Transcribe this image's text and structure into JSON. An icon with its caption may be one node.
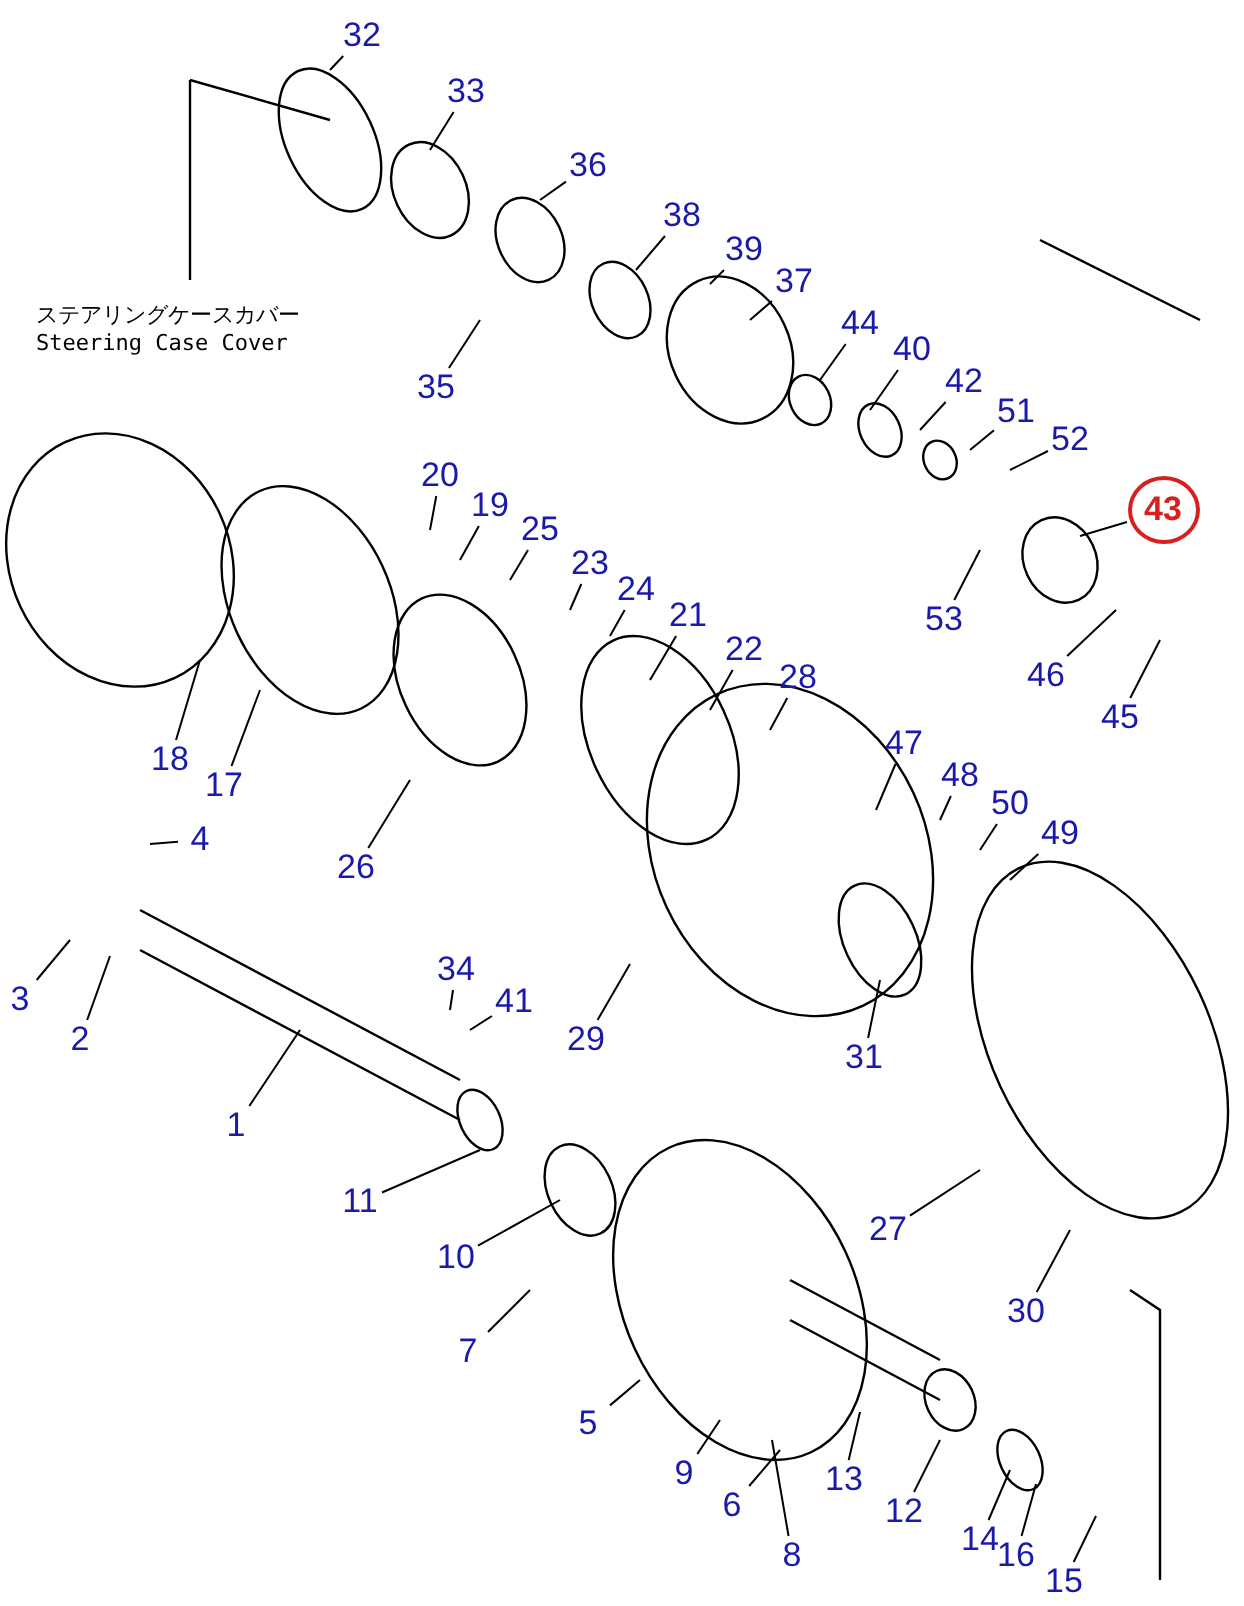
{
  "diagram": {
    "nodes": [
      {
        "text": [
          "32"
        ]
      },
      {
        "text": [
          "33"
        ]
      },
      {
        "text": [
          "36"
        ]
      },
      {
        "text": [
          "38"
        ]
      },
      {
        "text": [
          "39"
        ]
      },
      {
        "text": [
          "37"
        ]
      },
      {
        "text": [
          "44"
        ]
      },
      {
        "text": [
          "40"
        ]
      },
      {
        "text": [
          "42"
        ]
      },
      {
        "text": [
          "51"
        ]
      },
      {
        "text": [
          "52"
        ]
      },
      {
        "text": [
          "43"
        ]
      },
      {
        "text": [
          "53"
        ]
      },
      {
        "text": [
          "46"
        ]
      },
      {
        "text": [
          "45"
        ]
      },
      {
        "text": [
          "35"
        ]
      },
      {
        "text": [
          "20"
        ]
      },
      {
        "text": [
          "19"
        ]
      },
      {
        "text": [
          "25"
        ]
      },
      {
        "text": [
          "23"
        ]
      },
      {
        "text": [
          "24"
        ]
      },
      {
        "text": [
          "21"
        ]
      },
      {
        "text": [
          "22"
        ]
      },
      {
        "text": [
          "28"
        ]
      },
      {
        "text": [
          "18"
        ]
      },
      {
        "text": [
          "17"
        ]
      },
      {
        "text": [
          "26"
        ]
      },
      {
        "text": [
          "4"
        ]
      },
      {
        "text": [
          "47"
        ]
      },
      {
        "text": [
          "48"
        ]
      },
      {
        "text": [
          "50"
        ]
      },
      {
        "text": [
          "49"
        ]
      },
      {
        "text": [
          "3"
        ]
      },
      {
        "text": [
          "2"
        ]
      },
      {
        "text": [
          "34"
        ]
      },
      {
        "text": [
          "41"
        ]
      },
      {
        "text": [
          "29"
        ]
      },
      {
        "text": [
          "31"
        ]
      },
      {
        "text": [
          "1"
        ]
      },
      {
        "text": [
          "11"
        ]
      },
      {
        "text": [
          "10"
        ]
      },
      {
        "text": [
          "27"
        ]
      },
      {
        "text": [
          "30"
        ]
      },
      {
        "text": [
          "7"
        ]
      },
      {
        "text": [
          "5"
        ]
      },
      {
        "text": [
          "9"
        ]
      },
      {
        "text": [
          "6"
        ]
      },
      {
        "text": [
          "13"
        ]
      },
      {
        "text": [
          "8"
        ]
      },
      {
        "text": [
          "12"
        ]
      },
      {
        "text": [
          "14"
        ]
      },
      {
        "text": [
          "16"
        ]
      },
      {
        "text": [
          "15"
        ]
      }
    ],
    "edges": [
      {
        "from": 0,
        "to": null,
        "arrow": "none"
      },
      {
        "from": 1,
        "to": null,
        "arrow": "none"
      },
      {
        "from": 2,
        "to": null,
        "arrow": "none"
      },
      {
        "from": 3,
        "to": null,
        "arrow": "none"
      },
      {
        "from": 4,
        "to": null,
        "arrow": "none"
      },
      {
        "from": 5,
        "to": null,
        "arrow": "none"
      },
      {
        "from": 6,
        "to": null,
        "arrow": "none"
      },
      {
        "from": 7,
        "to": null,
        "arrow": "none"
      },
      {
        "from": 8,
        "to": null,
        "arrow": "none"
      },
      {
        "from": 9,
        "to": null,
        "arrow": "none"
      },
      {
        "from": 10,
        "to": null,
        "arrow": "none"
      },
      {
        "from": 11,
        "to": null,
        "arrow": "none"
      },
      {
        "from": 12,
        "to": null,
        "arrow": "none"
      },
      {
        "from": 13,
        "to": null,
        "arrow": "none"
      },
      {
        "from": 14,
        "to": null,
        "arrow": "none"
      },
      {
        "from": 15,
        "to": null,
        "arrow": "none"
      },
      {
        "from": 16,
        "to": null,
        "arrow": "none"
      },
      {
        "from": 17,
        "to": null,
        "arrow": "none"
      },
      {
        "from": 18,
        "to": null,
        "arrow": "none"
      },
      {
        "from": 19,
        "to": null,
        "arrow": "none"
      },
      {
        "from": 20,
        "to": null,
        "arrow": "none"
      },
      {
        "from": 21,
        "to": null,
        "arrow": "none"
      },
      {
        "from": 22,
        "to": null,
        "arrow": "none"
      },
      {
        "from": 23,
        "to": null,
        "arrow": "none"
      },
      {
        "from": 24,
        "to": null,
        "arrow": "none"
      },
      {
        "from": 25,
        "to": null,
        "arrow": "none"
      },
      {
        "from": 26,
        "to": null,
        "arrow": "none"
      },
      {
        "from": 27,
        "to": null,
        "arrow": "none"
      },
      {
        "from": 28,
        "to": null,
        "arrow": "none"
      },
      {
        "from": 29,
        "to": null,
        "arrow": "none"
      },
      {
        "from": 30,
        "to": null,
        "arrow": "none"
      },
      {
        "from": 31,
        "to": null,
        "arrow": "none"
      },
      {
        "from": 32,
        "to": null,
        "arrow": "none"
      },
      {
        "from": 33,
        "to": null,
        "arrow": "none"
      },
      {
        "from": 34,
        "to": null,
        "arrow": "none"
      },
      {
        "from": 35,
        "to": null,
        "arrow": "none"
      },
      {
        "from": 36,
        "to": null,
        "arrow": "none"
      },
      {
        "from": 37,
        "to": null,
        "arrow": "none"
      },
      {
        "from": 38,
        "to": null,
        "arrow": "none"
      },
      {
        "from": 39,
        "to": null,
        "arrow": "none"
      },
      {
        "from": 40,
        "to": null,
        "arrow": "none"
      },
      {
        "from": 41,
        "to": null,
        "arrow": "none"
      },
      {
        "from": 42,
        "to": null,
        "arrow": "none"
      },
      {
        "from": 43,
        "to": null,
        "arrow": "none"
      },
      {
        "from": 44,
        "to": null,
        "arrow": "none"
      },
      {
        "from": 45,
        "to": null,
        "arrow": "none"
      },
      {
        "from": 46,
        "to": null,
        "arrow": "none"
      },
      {
        "from": 47,
        "to": null,
        "arrow": "none"
      },
      {
        "from": 48,
        "to": null,
        "arrow": "none"
      },
      {
        "from": 49,
        "to": null,
        "arrow": "none"
      },
      {
        "from": 50,
        "to": null,
        "arrow": "none"
      },
      {
        "from": 51,
        "to": null,
        "arrow": "none"
      },
      {
        "from": 52,
        "to": null,
        "arrow": "none"
      }
    ],
    "labels": [
      "ステアリングケースカバー",
      "Steering Case Cover"
    ]
  }
}
